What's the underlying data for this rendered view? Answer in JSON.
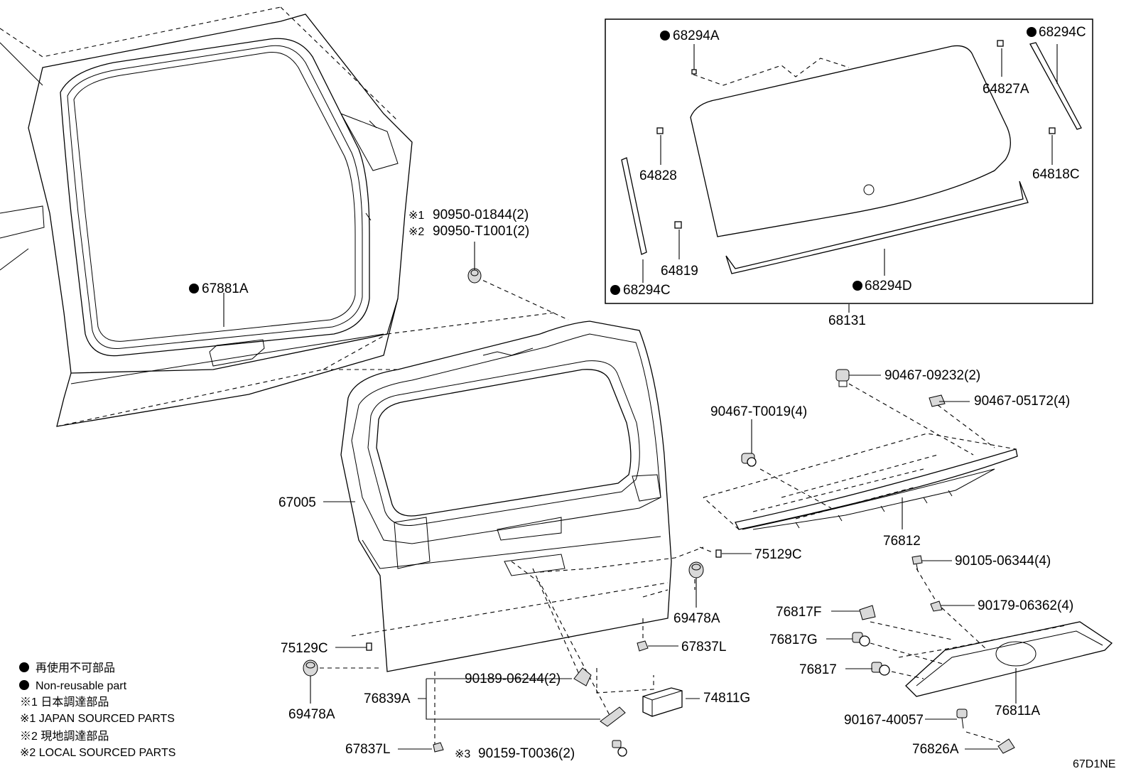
{
  "diagram_code": "67D1NE",
  "legend": {
    "non_reusable_jp": "再使用不可部品",
    "non_reusable_en": "Non-reusable part",
    "note1_jp": "※1 日本調達部品",
    "note1_en": "※1 JAPAN SOURCED PARTS",
    "note2_jp": "※2 現地調達部品",
    "note2_en": "※2 LOCAL SOURCED PARTS"
  },
  "inset_parts": {
    "p68294A": "68294A",
    "p68294C_top": "68294C",
    "p64827A": "64827A",
    "p64828": "64828",
    "p64818C": "64818C",
    "p64819": "64819",
    "p68294C_left": "68294C",
    "p68294D": "68294D",
    "p68131": "68131"
  },
  "parts": {
    "p67881A": "67881A",
    "p90950_1": "90950-01844(2)",
    "p90950_2": "90950-T1001(2)",
    "note1": "※1",
    "note2": "※2",
    "note3": "※3",
    "p67005": "67005",
    "p90467_09232": "90467-09232(2)",
    "p90467_05172": "90467-05172(4)",
    "p90467_T0019": "90467-T0019(4)",
    "p76812": "76812",
    "p75129C_right": "75129C",
    "p90105_06344": "90105-06344(4)",
    "p69478A_right": "69478A",
    "p90179_06362": "90179-06362(4)",
    "p76817F": "76817F",
    "p76817G": "76817G",
    "p76817": "76817",
    "p75129C_left": "75129C",
    "p67837L_right": "67837L",
    "p69478A_left": "69478A",
    "p90189_06244": "90189-06244(2)",
    "p76839A": "76839A",
    "p74811G": "74811G",
    "p76811A": "76811A",
    "p90167_40057": "90167-40057",
    "p67837L_bottom": "67837L",
    "p90159_T0036": "90159-T0036(2)",
    "p76826A": "76826A"
  }
}
